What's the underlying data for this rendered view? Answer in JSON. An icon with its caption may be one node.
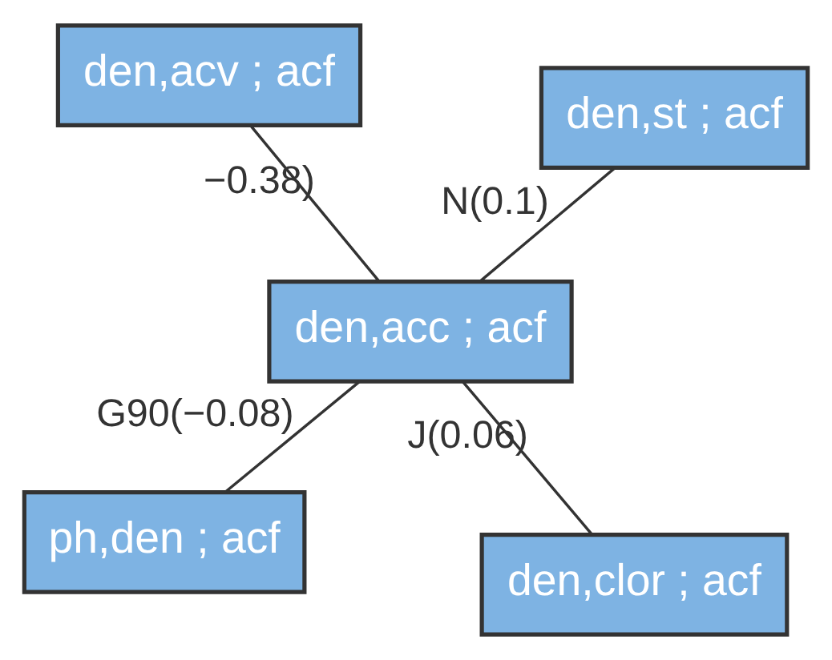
{
  "diagram": {
    "nodes": [
      {
        "text": [
          "ph,den ; acf"
        ]
      },
      {
        "text": [
          "den,clor ; acf"
        ]
      },
      {
        "text": [
          "den,acc ; acf"
        ]
      },
      {
        "text": [
          "den,acv ; acf"
        ]
      },
      {
        "text": [
          "den,st ; acf"
        ]
      }
    ],
    "edges": [
      {
        "from": 0,
        "to": 2,
        "arrow": "none",
        "label": "G90(−0.08)"
      },
      {
        "from": 2,
        "to": 1,
        "arrow": "none",
        "label": "J(0.06)"
      },
      {
        "from": 2,
        "to": 3,
        "arrow": "none",
        "label": "−0.38)"
      },
      {
        "from": 2,
        "to": 4,
        "arrow": "none",
        "label": "N(0.1)"
      }
    ]
  }
}
